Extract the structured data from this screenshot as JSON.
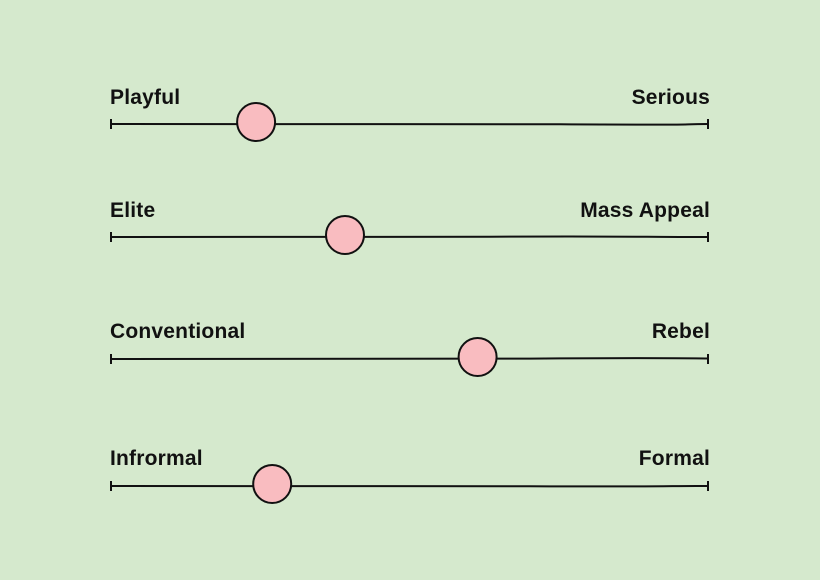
{
  "scales": [
    {
      "left_label": "Playful",
      "right_label": "Serious",
      "value": 0.243
    },
    {
      "left_label": "Elite",
      "right_label": "Mass Appeal",
      "value": 0.392
    },
    {
      "left_label": "Conventional",
      "right_label": "Rebel",
      "value": 0.614
    },
    {
      "left_label": "Infrormal",
      "right_label": "Formal",
      "value": 0.27
    }
  ],
  "colors": {
    "background": "#d5e9cd",
    "line": "#111111",
    "knob_fill": "#f9bcc0",
    "knob_stroke": "#111111"
  }
}
